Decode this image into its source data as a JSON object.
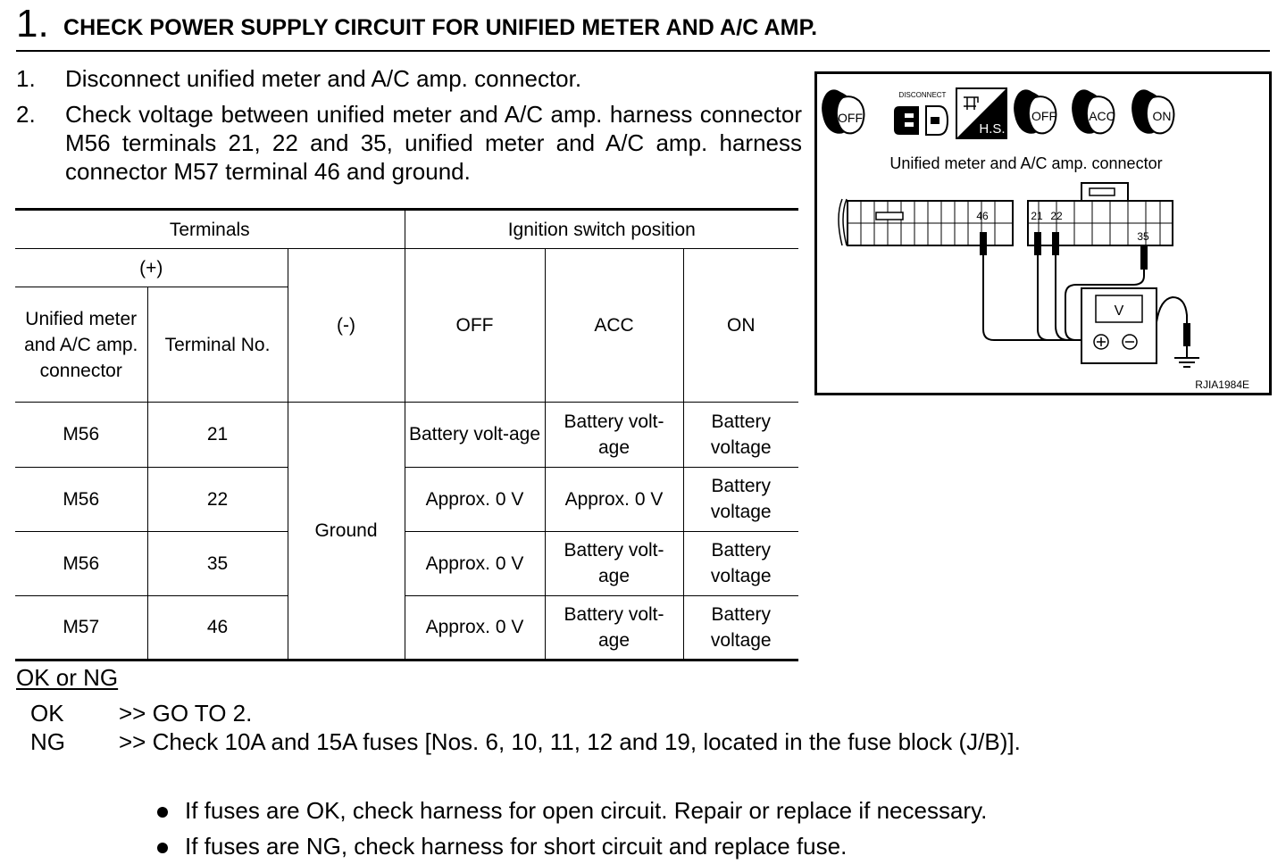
{
  "heading": {
    "number": "1.",
    "title": "CHECK POWER SUPPLY CIRCUIT FOR UNIFIED METER AND A/C AMP."
  },
  "steps": [
    {
      "no": "1.",
      "text": "Disconnect unified meter and A/C amp. connector."
    },
    {
      "no": "2.",
      "text": "Check voltage between unified meter and A/C amp. harness connector M56 terminals 21, 22 and 35, unified meter and A/C amp. harness connector M57 terminal 46 and ground."
    }
  ],
  "table": {
    "group_terminals": "Terminals",
    "group_ignition": "Ignition switch position",
    "plus": "(+)",
    "minus": "(-)",
    "col_connector": "Unified meter and A/C amp. connector",
    "col_terminal": "Terminal No.",
    "col_off": "OFF",
    "col_acc": "ACC",
    "col_on": "ON",
    "ground": "Ground",
    "rows": [
      {
        "connector": "M56",
        "terminal": "21",
        "off": "Battery volt-age",
        "acc": "Battery volt-age",
        "on": "Battery voltage"
      },
      {
        "connector": "M56",
        "terminal": "22",
        "off": "Approx. 0 V",
        "acc": "Approx. 0 V",
        "on": "Battery voltage"
      },
      {
        "connector": "M56",
        "terminal": "35",
        "off": "Approx. 0 V",
        "acc": "Battery volt-age",
        "on": "Battery voltage"
      },
      {
        "connector": "M57",
        "terminal": "46",
        "off": "Approx. 0 V",
        "acc": "Battery volt-age",
        "on": "Battery voltage"
      }
    ]
  },
  "diagram": {
    "icon_off": "OFF",
    "icon_disconnect": "DISCONNECT",
    "icon_hs": "H.S.",
    "icon_off2": "OFF",
    "icon_acc": "ACC",
    "icon_on": "ON",
    "caption": "Unified meter and A/C amp. connector",
    "pin_46": "46",
    "pin_21": "21",
    "pin_22": "22",
    "pin_35": "35",
    "meter_label": "V",
    "code": "RJIA1984E"
  },
  "result": {
    "label": "OK or NG",
    "ok_key": "OK",
    "ok_text": ">> GO TO 2.",
    "ng_key": "NG",
    "ng_text": ">> Check 10A and 15A fuses [Nos. 6, 10, 11, 12 and 19, located in the fuse block (J/B)].",
    "bullets": [
      "If fuses are OK, check harness for open circuit. Repair or replace if necessary.",
      "If fuses are NG, check harness for short circuit and replace fuse."
    ]
  }
}
